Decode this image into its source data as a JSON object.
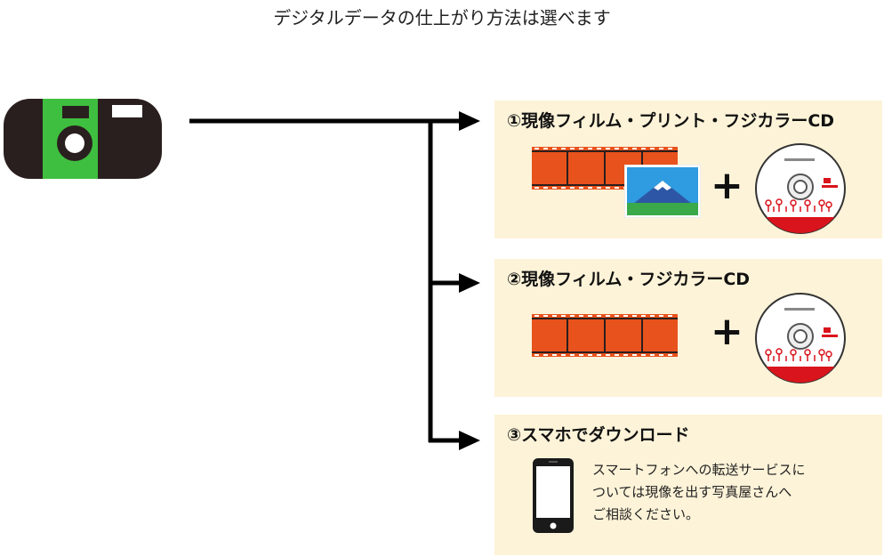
{
  "heading": "デジタルデータの仕上がり方法は選べます",
  "options": [
    {
      "title": "①現像フィルム・プリント・フジカラーCD",
      "items": [
        "film-icon",
        "print-photo-icon",
        "plus",
        "cd-icon"
      ]
    },
    {
      "title": "②現像フィルム・フジカラーCD",
      "items": [
        "film-icon",
        "plus",
        "cd-icon"
      ]
    },
    {
      "title": "③スマホでダウンロード",
      "items": [
        "smartphone-icon"
      ],
      "description": [
        "スマートフォンへの転送サービスに",
        "ついては現像を出す写真屋さんへ",
        "ご相談ください。"
      ]
    }
  ],
  "plus_symbol": "+",
  "colors": {
    "panel_bg": "#fdf3d8",
    "film": "#e8521c",
    "camera_body": "#2a1f1f",
    "camera_green": "#3fbf3f",
    "cd_red": "#d9141c",
    "arrow": "#000000"
  }
}
